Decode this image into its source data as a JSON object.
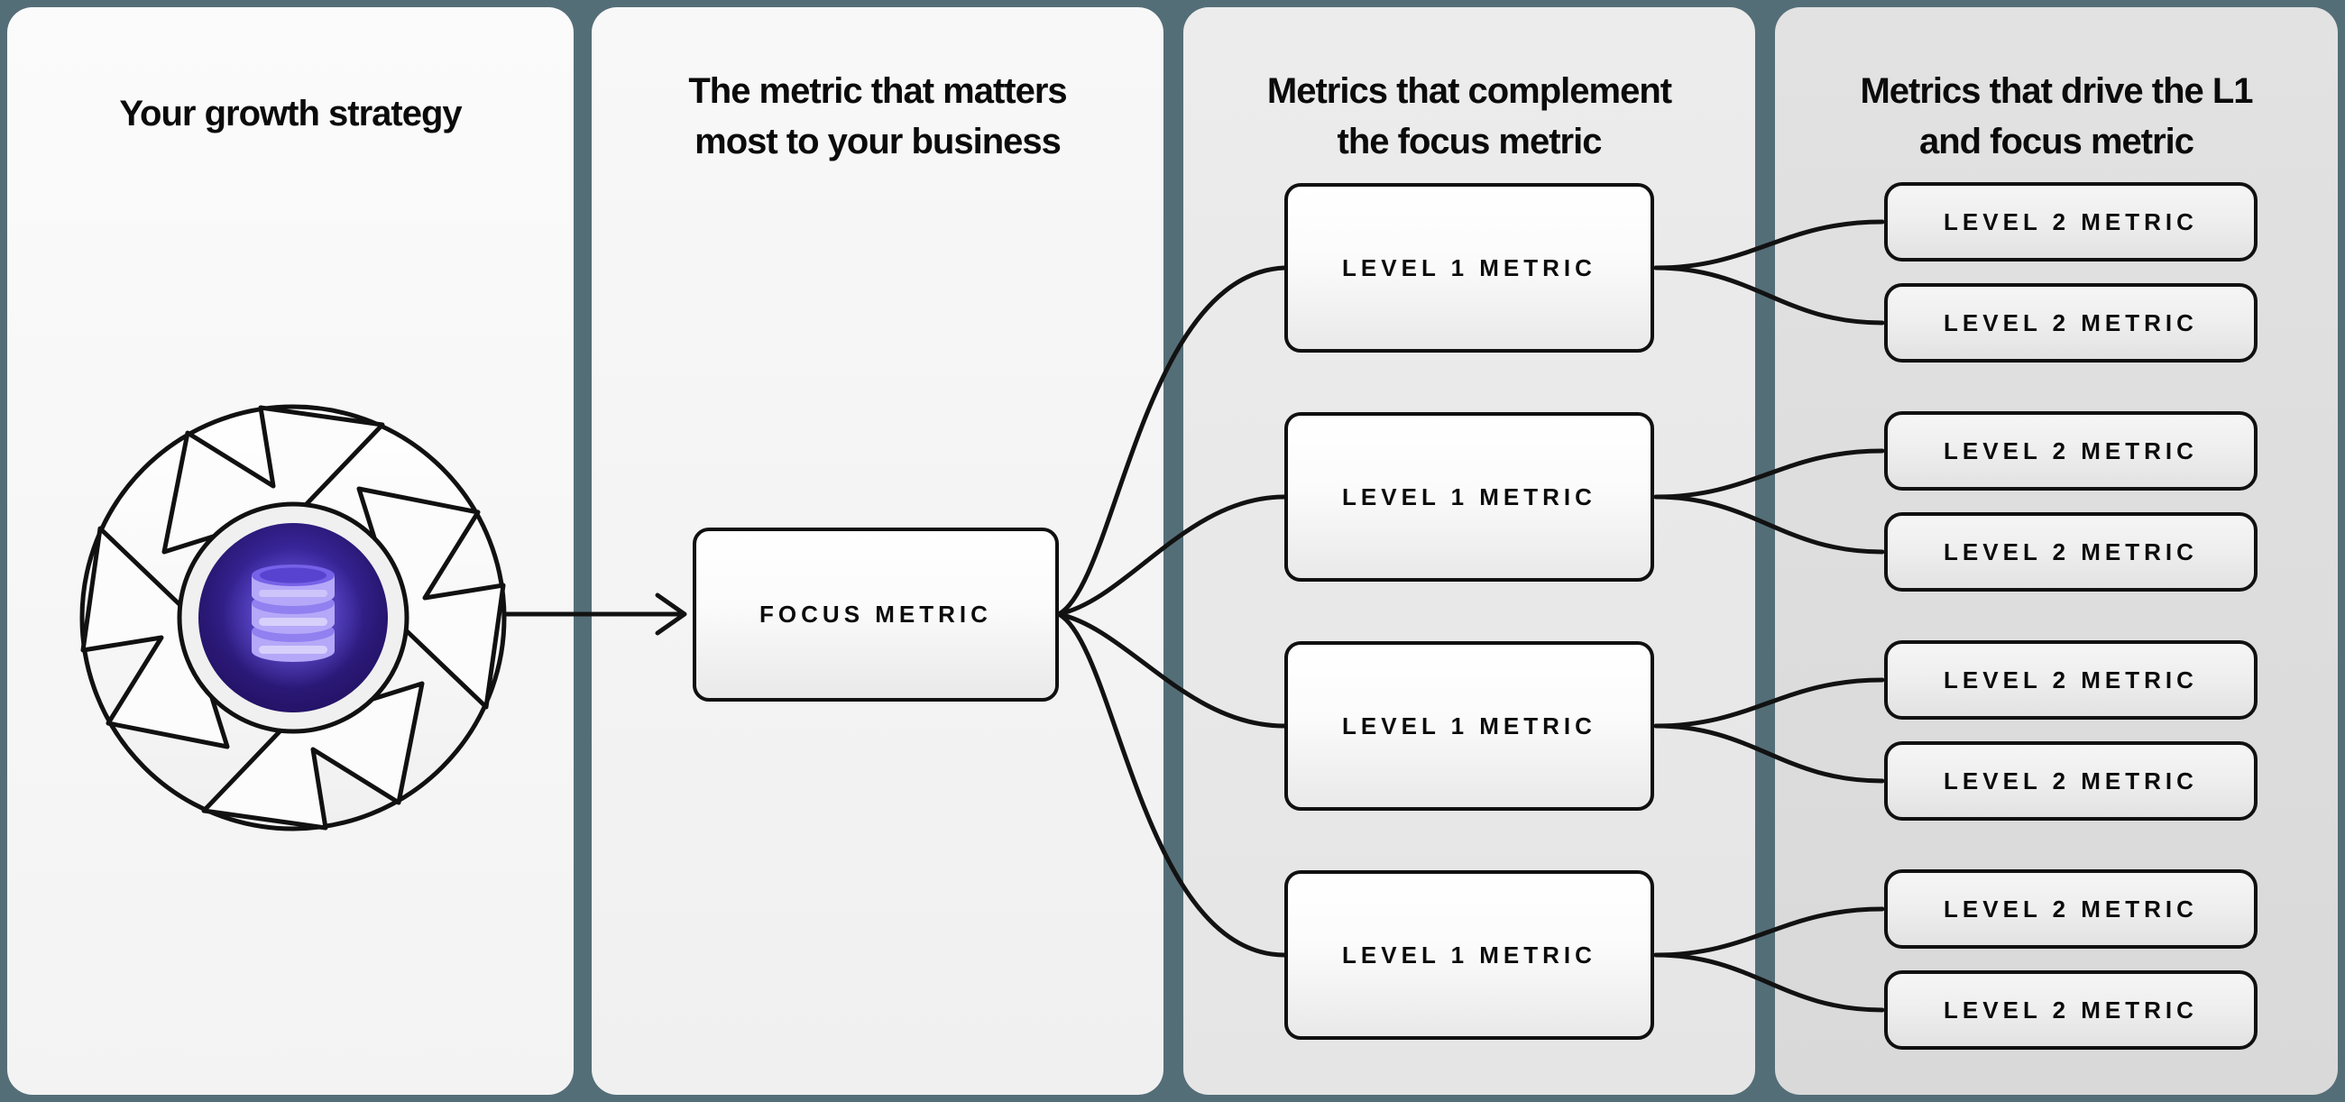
{
  "diagram_title": "Growth strategy metrics tree",
  "panels": [
    {
      "title_lines": [
        "Your growth strategy"
      ],
      "icon": "flywheel-database-icon"
    },
    {
      "title_lines": [
        "The metric that matters",
        "most to your business"
      ],
      "box_label": "FOCUS METRIC"
    },
    {
      "title_lines": [
        "Metrics that complement",
        "the focus metric"
      ],
      "box_labels": [
        "LEVEL 1 METRIC",
        "LEVEL 1 METRIC",
        "LEVEL 1 METRIC",
        "LEVEL 1 METRIC"
      ]
    },
    {
      "title_lines": [
        "Metrics that drive the L1",
        "and focus metric"
      ],
      "box_labels": [
        "LEVEL 2 METRIC",
        "LEVEL 2 METRIC",
        "LEVEL 2 METRIC",
        "LEVEL 2 METRIC",
        "LEVEL 2 METRIC",
        "LEVEL 2 METRIC",
        "LEVEL 2 METRIC",
        "LEVEL 2 METRIC"
      ]
    }
  ],
  "colors": {
    "background": "#546e78",
    "panel_light": "#f6f6f6",
    "panel_mid": "#e9e9e9",
    "panel_dark": "#dddddd",
    "line": "#101010",
    "box_fill_top": "#ffffff",
    "box_fill_bottom": "#e9e9e9",
    "flywheel_disc_dark": "#221163",
    "flywheel_disc_light": "#5646c0",
    "database_purple": "#b5a8f8"
  }
}
